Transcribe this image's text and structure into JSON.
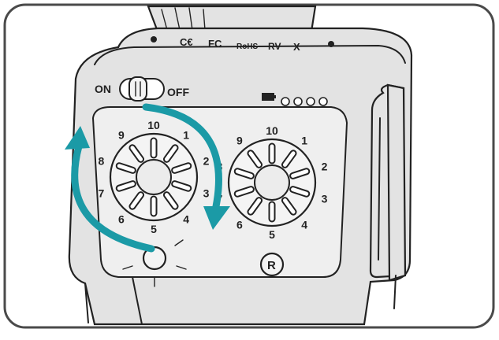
{
  "device": {
    "switch_on_label": "ON",
    "switch_off_label": "OFF",
    "cert_marks": [
      "C€",
      "FC",
      "RoHS",
      "RV",
      "X"
    ],
    "button_label": "R"
  },
  "dials": {
    "left": {
      "numbers": [
        "10",
        "1",
        "2",
        "3",
        "4",
        "5",
        "6",
        "7",
        "8",
        "9"
      ],
      "slider_count": 10
    },
    "right": {
      "numbers": [
        "10",
        "1",
        "2",
        "3",
        "4",
        "5",
        "6",
        "7",
        "8",
        "9"
      ],
      "slider_count": 10
    }
  },
  "indicators": {
    "led_count": 4
  },
  "colors": {
    "arrow": "#1b9aa6",
    "outline": "#222222",
    "frame": "#4a4a4a"
  },
  "icons": {
    "battery": "battery-icon",
    "rotate_arrows": "rotate-arrows-icon",
    "press_glow": "press-indicator-icon"
  }
}
